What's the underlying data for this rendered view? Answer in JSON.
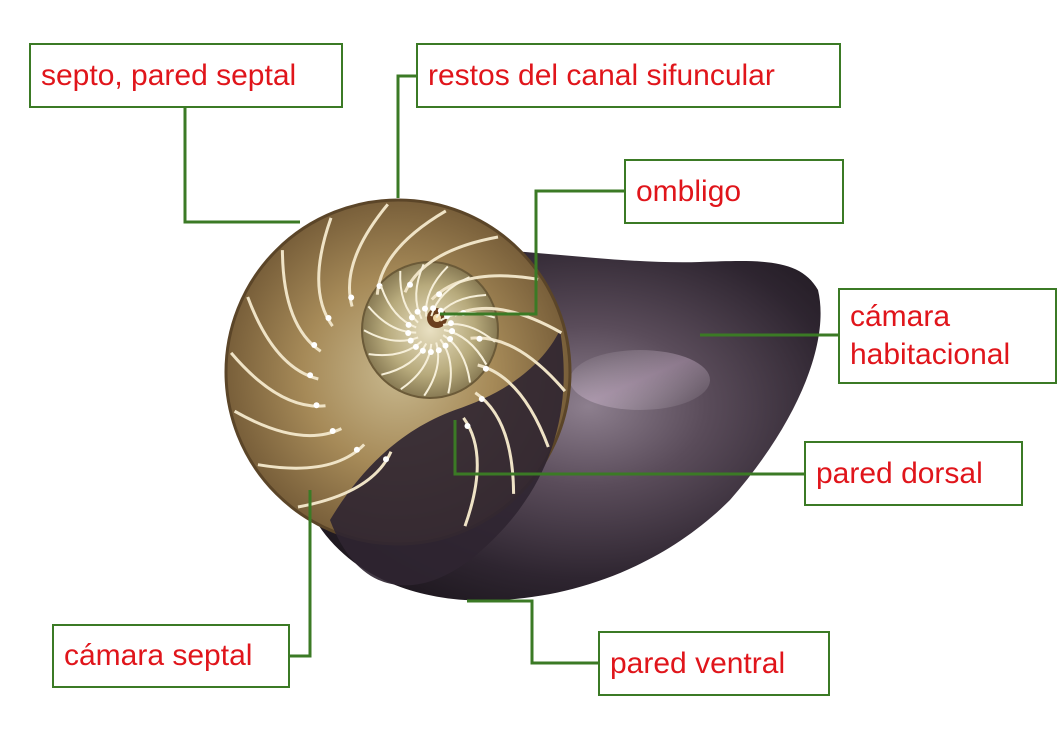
{
  "diagram": {
    "labels": {
      "septo": "septo, pared septal",
      "restos": "restos del canal sifuncular",
      "ombligo": "ombligo",
      "camara_habitacional": "cámara\nhabitacional",
      "pared_dorsal": "pared dorsal",
      "camara_septal": "cámara septal",
      "pared_ventral": "pared ventral"
    },
    "colors": {
      "label_text": "#e0151b",
      "label_border": "#3b7a25",
      "leader_line": "#3b7a25"
    },
    "image": {
      "subject": "nautilus-shell-cross-section"
    }
  }
}
